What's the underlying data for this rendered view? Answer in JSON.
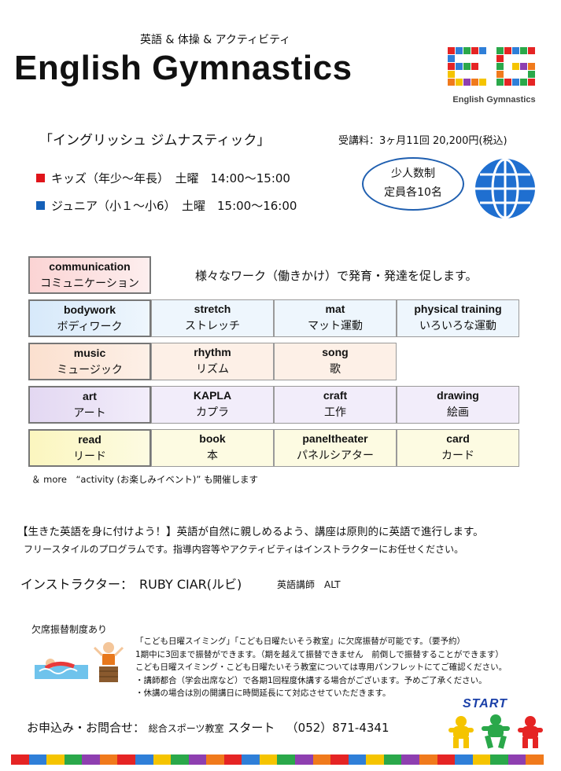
{
  "header": {
    "subtitle": "英語 & 体操 & アクティビティ",
    "title": "English Gymnastics",
    "logo_caption": "English Gymnastics",
    "logo_colors": [
      "#e52424",
      "#f5c400",
      "#2f7fd8",
      "#8e3fb0",
      "#2aa84a",
      "#f07a1c"
    ]
  },
  "intro": {
    "kana": "「イングリッシュ ジムナスティック」",
    "fee": "受講料：3ヶ月11回 20,200円(税込)"
  },
  "classes": [
    {
      "text": "キッズ（年少～年長）　土曜　14:00～15:00",
      "color": "#e0141a"
    },
    {
      "text": "ジュニア（小１～小6）　土曜　15:00～16:00",
      "color": "#1560b8"
    }
  ],
  "capacity": {
    "line1": "少人数制",
    "line2": "定員各10名"
  },
  "communication": {
    "en": "communication",
    "jp": "コミュニケーション",
    "desc": "様々なワーク（働きかけ）で発育・発達を促します。"
  },
  "activity_rows": [
    {
      "colors": [
        "#d7e9fa",
        "#eef6fd"
      ],
      "cells": [
        {
          "en": "bodywork",
          "jp": "ボディワーク"
        },
        {
          "en": "stretch",
          "jp": "ストレッチ"
        },
        {
          "en": "mat",
          "jp": "マット運動"
        },
        {
          "en": "physical training",
          "jp": "いろいろな運動"
        }
      ]
    },
    {
      "colors": [
        "#fbe0cf",
        "#fdf0e7"
      ],
      "cells": [
        {
          "en": "music",
          "jp": "ミュージック"
        },
        {
          "en": "rhythm",
          "jp": "リズム"
        },
        {
          "en": "song",
          "jp": "歌"
        }
      ]
    },
    {
      "colors": [
        "#e3d8f2",
        "#f2edfa"
      ],
      "cells": [
        {
          "en": "art",
          "jp": "アート"
        },
        {
          "en": "KAPLA",
          "jp": "カプラ"
        },
        {
          "en": "craft",
          "jp": "工作"
        },
        {
          "en": "drawing",
          "jp": "絵画"
        }
      ]
    },
    {
      "colors": [
        "#fbf6bf",
        "#fdfbe2"
      ],
      "cells": [
        {
          "en": "read",
          "jp": "リード"
        },
        {
          "en": "book",
          "jp": "本"
        },
        {
          "en": "paneltheater",
          "jp": "パネルシアター"
        },
        {
          "en": "card",
          "jp": "カード"
        }
      ]
    }
  ],
  "more": "＆ more　“activity (お楽しみイベント)” も開催します",
  "paragraph1": "【生きた英語を身に付けよう！】英語が自然に親しめるよう、講座は原則的に英語で進行します。",
  "paragraph2": "フリースタイルのプログラムです。指導内容等やアクティビティはインストラクターにお任せください。",
  "instructor": {
    "label": "インストラクター：　RUBY CIAR(ルビ)",
    "role": "英語講師　ALT"
  },
  "absence_title": "欠席振替制度あり",
  "notes": [
    "「こども日曜スイミング」「こども日曜たいそう教室」に欠席振替が可能です。（要予約）",
    "1期中に3回まで振替ができます。（期を越えて振替できません　前倒しで振替することができます）",
    "こども日曜スイミング・こども日曜たいそう教室については専用パンフレットにてご確認ください。",
    "・講師都合（学会出席など）で各期1回程度休講する場合がございます。予めご了承ください。",
    "・休講の場合は別の開講日に時間延長にて対応させていただきます。"
  ],
  "contact": {
    "label": "お申込み・お問合せ：",
    "org": "総合スポーツ教室",
    "name": "スタート",
    "phone": "（052）871-4341"
  },
  "brand": "START",
  "stripe_colors": [
    "#e52424",
    "#2f7fd8",
    "#f5c400",
    "#2aa84a",
    "#8e3fb0",
    "#f07a1c",
    "#e52424",
    "#2f7fd8",
    "#f5c400",
    "#2aa84a",
    "#8e3fb0",
    "#f07a1c",
    "#e52424",
    "#2f7fd8",
    "#f5c400",
    "#2aa84a",
    "#8e3fb0",
    "#f07a1c",
    "#e52424",
    "#2f7fd8",
    "#f5c400",
    "#2aa84a",
    "#8e3fb0",
    "#f07a1c",
    "#e52424",
    "#2f7fd8",
    "#f5c400",
    "#2aa84a",
    "#8e3fb0",
    "#f07a1c"
  ]
}
